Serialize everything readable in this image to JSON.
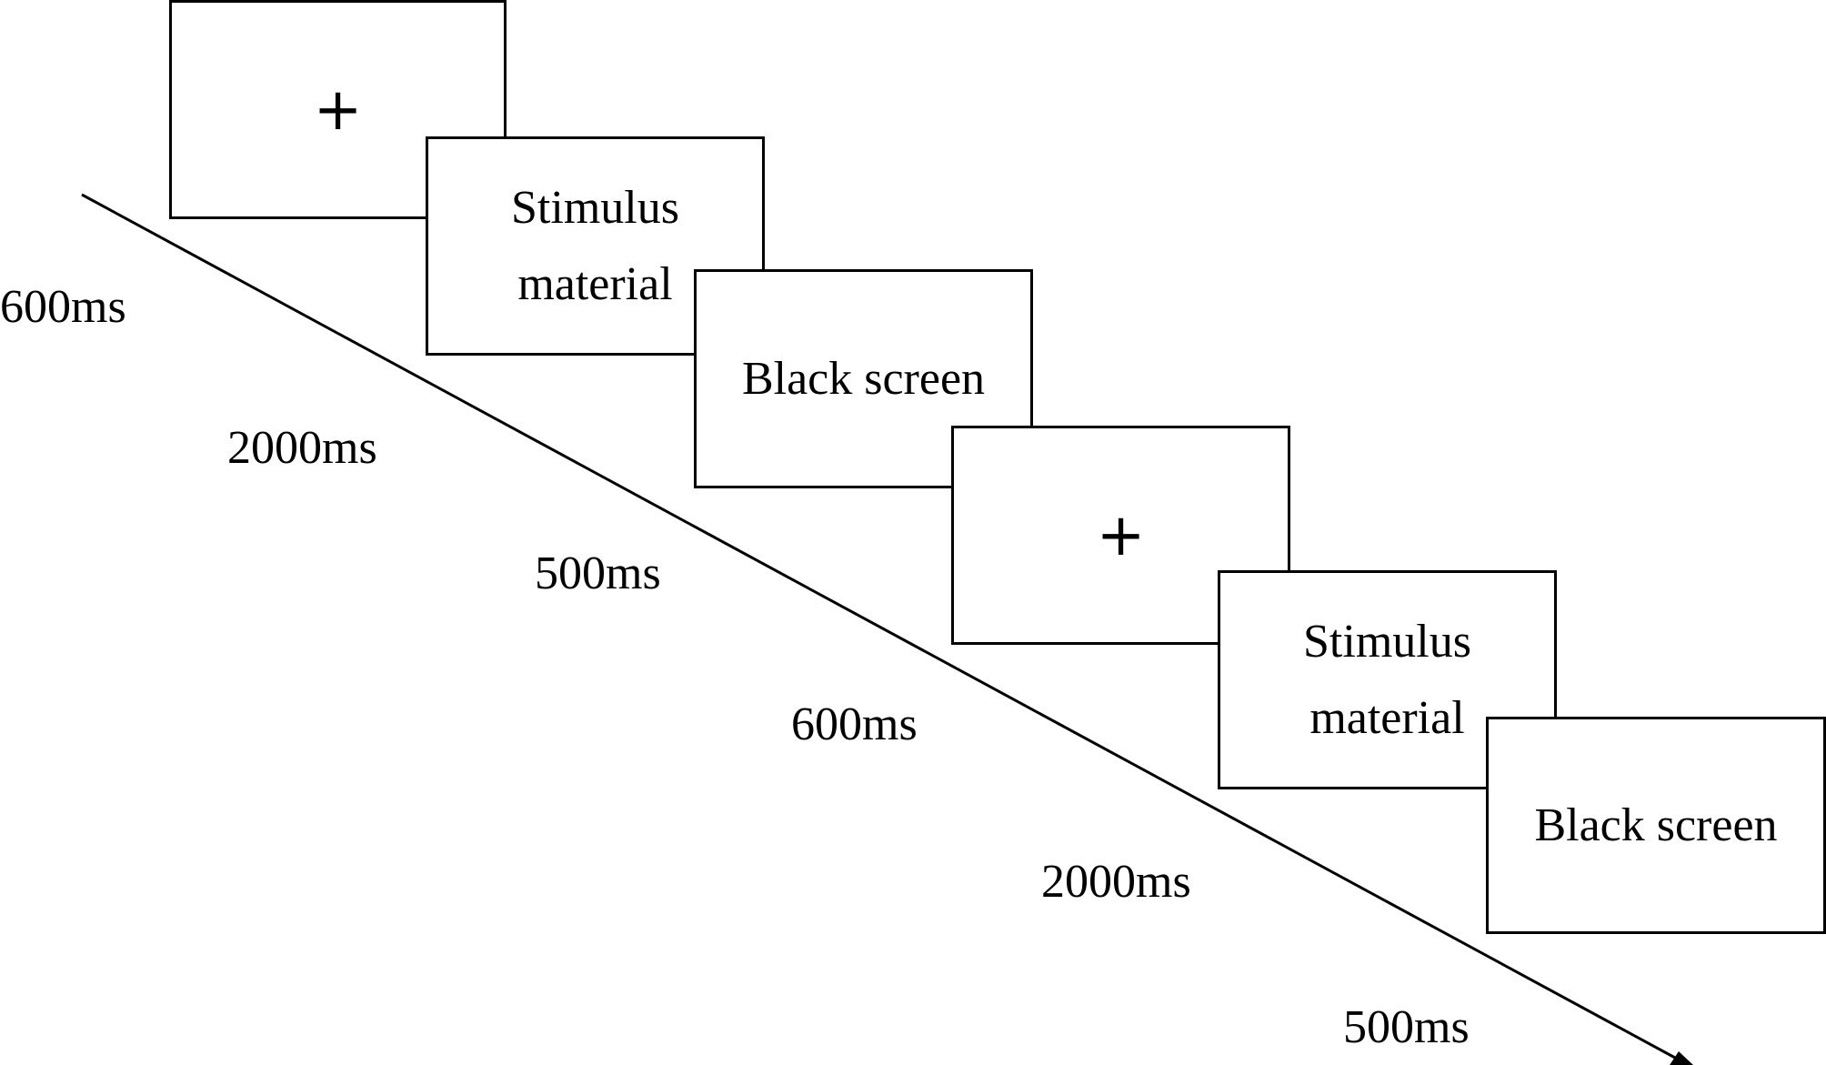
{
  "screens": [
    {
      "label": "+"
    },
    {
      "label_line1": "Stimulus",
      "label_line2": "material"
    },
    {
      "label": "Black screen"
    },
    {
      "label": "+"
    },
    {
      "label_line1": "Stimulus",
      "label_line2": "material"
    },
    {
      "label": "Black screen"
    }
  ],
  "durations": [
    "600ms",
    "2000ms",
    "500ms",
    "600ms",
    "2000ms",
    "500ms"
  ],
  "colors": {
    "stroke": "#000000",
    "background": "#ffffff"
  }
}
